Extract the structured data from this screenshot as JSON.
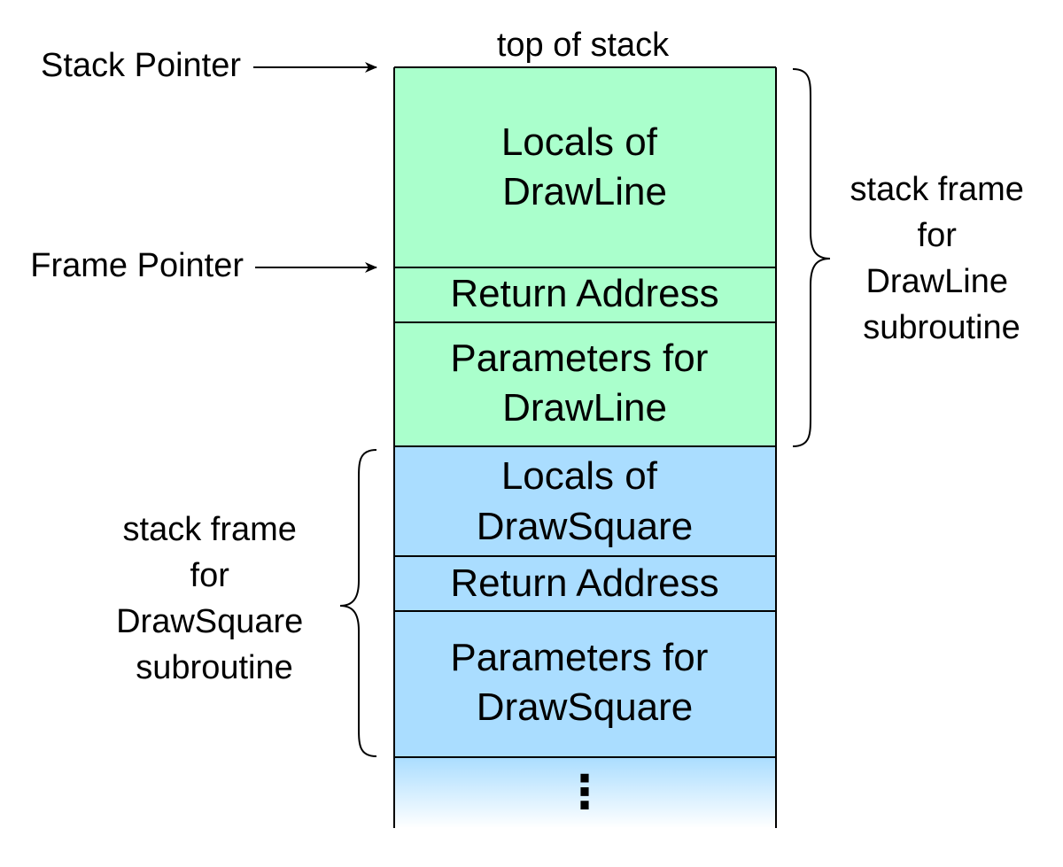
{
  "colors": {
    "drawline_frame_fill": "#aaffcc",
    "drawsquare_frame_fill": "#aaddff",
    "outline": "#000000",
    "background": "#ffffff"
  },
  "top_label": "top of stack",
  "pointers": {
    "stack_pointer": "Stack Pointer",
    "frame_pointer": "Frame Pointer"
  },
  "cells": {
    "locals_drawline": [
      "Locals of",
      "DrawLine"
    ],
    "return_address_drawline": "Return Address",
    "params_drawline": [
      "Parameters for",
      "DrawLine"
    ],
    "locals_drawsquare": [
      "Locals of",
      "DrawSquare"
    ],
    "return_address_drawsquare": "Return Address",
    "params_drawsquare": [
      "Parameters for",
      "DrawSquare"
    ],
    "continuation": "⋮"
  },
  "frame_labels": {
    "drawline": [
      "stack frame",
      "for",
      "DrawLine",
      "subroutine"
    ],
    "drawsquare": [
      "stack frame",
      "for",
      "DrawSquare",
      "subroutine"
    ]
  }
}
